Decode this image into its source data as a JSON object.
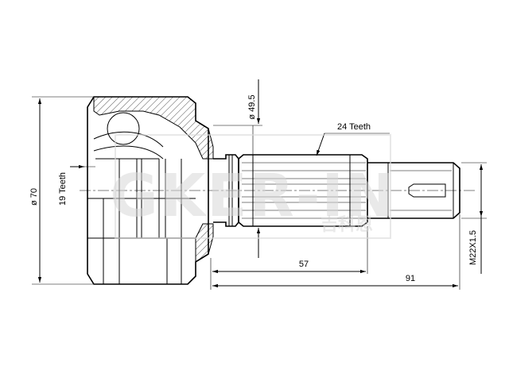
{
  "dimensions": {
    "outer_diameter": "ø 70",
    "inner_teeth": "19 Teeth",
    "shaft_diameter": "ø 49.5",
    "outer_teeth": "24 Teeth",
    "length_57": "57",
    "length_91": "91",
    "thread": "M22X1.5"
  },
  "watermark": {
    "brand": "GKER-IN",
    "chinese": "吉科恩"
  },
  "colors": {
    "line": "#000000",
    "watermark": "#d8d8d8"
  }
}
